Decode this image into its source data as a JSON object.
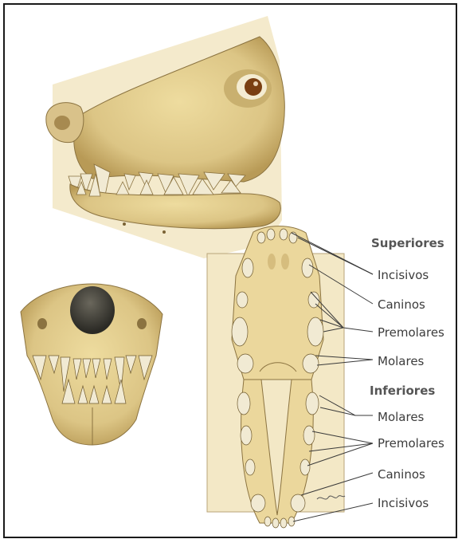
{
  "labels": {
    "superiores": "Superiores",
    "incisivos_sup": "Incisivos",
    "caninos_sup": "Caninos",
    "premolares_sup": "Premolares",
    "molares_sup": "Molares",
    "inferiores": "Inferiores",
    "molares_inf": "Molares",
    "premolares_inf": "Premolares",
    "caninos_inf": "Caninos",
    "incisivos_inf": "Incisivos"
  },
  "colors": {
    "bone": "#e3cf92",
    "bone_shadow": "#b89a56",
    "bone_dark": "#7a6234",
    "tooth": "#f1ead3",
    "paper": "#f3e8c6",
    "nose": "#3b3a34",
    "eye": "#7a3f12",
    "leader": "#3a3a3a",
    "frame": "#1a1a1a"
  },
  "icons": [
    "dog-skull-side-illustration",
    "dog-skull-front-illustration",
    "dog-palate-jaw-top-view",
    "painter-signature"
  ]
}
